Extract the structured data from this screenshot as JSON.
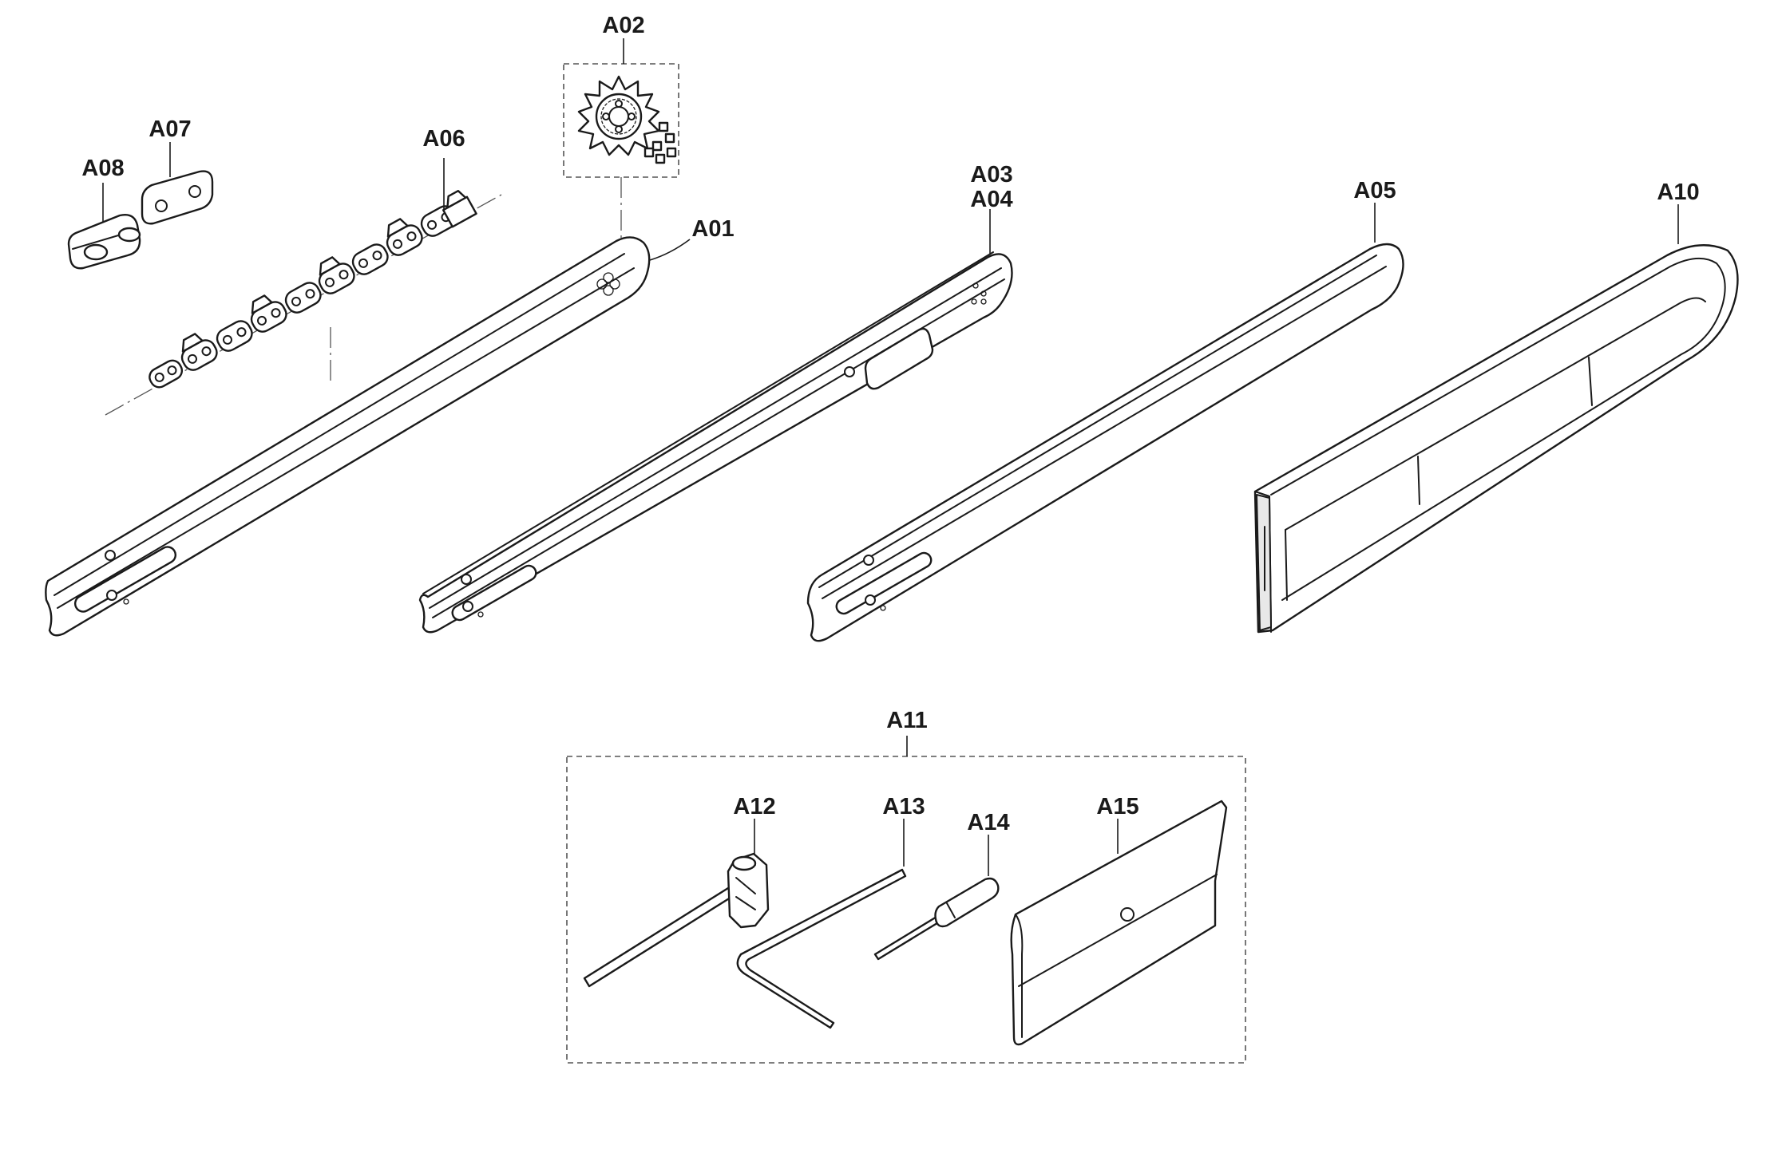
{
  "diagram": {
    "type": "exploded-parts-diagram",
    "labels": {
      "A01": "A01",
      "A02": "A02",
      "A03": "A03",
      "A04": "A04",
      "A05": "A05",
      "A06": "A06",
      "A07": "A07",
      "A08": "A08",
      "A10": "A10",
      "A11": "A11",
      "A12": "A12",
      "A13": "A13",
      "A14": "A14",
      "A15": "A15"
    },
    "colors": {
      "line": "#1a1a1a",
      "background": "#ffffff",
      "dashed_frame": "#555555"
    }
  }
}
